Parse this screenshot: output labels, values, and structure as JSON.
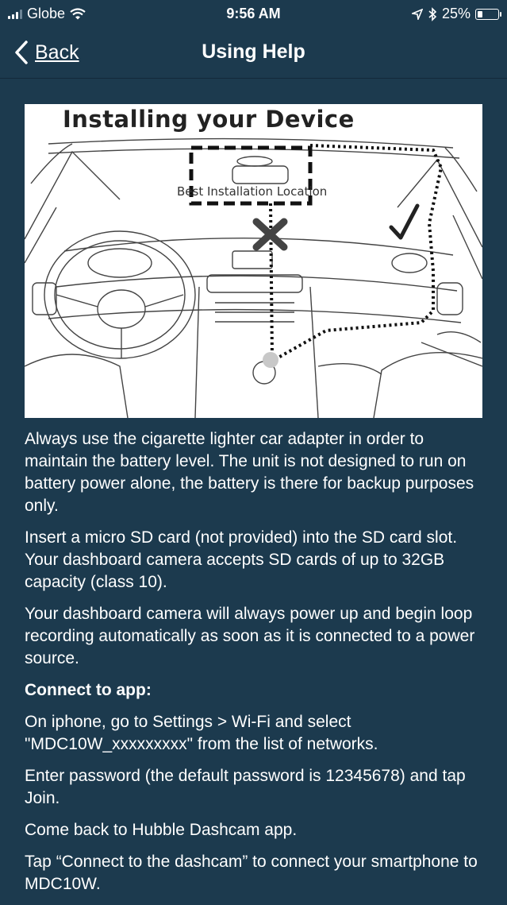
{
  "status_bar": {
    "carrier": "Globe",
    "time": "9:56 AM",
    "battery": "25%",
    "battery_level": 0.25
  },
  "nav": {
    "back_label": "Back",
    "title": "Using Help"
  },
  "figure": {
    "title": "Installing your Device",
    "caption": "Best Installation Location"
  },
  "content": {
    "p1": "Always use the cigarette lighter car adapter in order to maintain the battery level. The unit is not designed to run on battery power alone, the battery is there for backup purposes only.",
    "p2": "Insert a micro SD card (not provided) into the SD card slot. Your dashboard camera accepts SD cards of up to 32GB capacity (class 10).",
    "p3": "Your dashboard camera will always power up and begin loop recording automatically as soon as it is connected to a power source.",
    "heading": "Connect to app:",
    "p4": "On iphone,  go to Settings > Wi-Fi and select \"MDC10W_xxxxxxxxx\" from the list of networks.",
    "p5": "Enter password (the default password is 12345678) and tap Join.",
    "p6": "Come back to Hubble Dashcam app.",
    "p7": "Tap “Connect to the dashcam” to connect your smartphone to MDC10W."
  },
  "icons": {
    "signal": "signal-icon",
    "wifi": "wifi-icon",
    "location": "location-arrow-icon",
    "bluetooth": "bluetooth-icon",
    "battery": "battery-icon",
    "back": "chevron-left-icon"
  }
}
